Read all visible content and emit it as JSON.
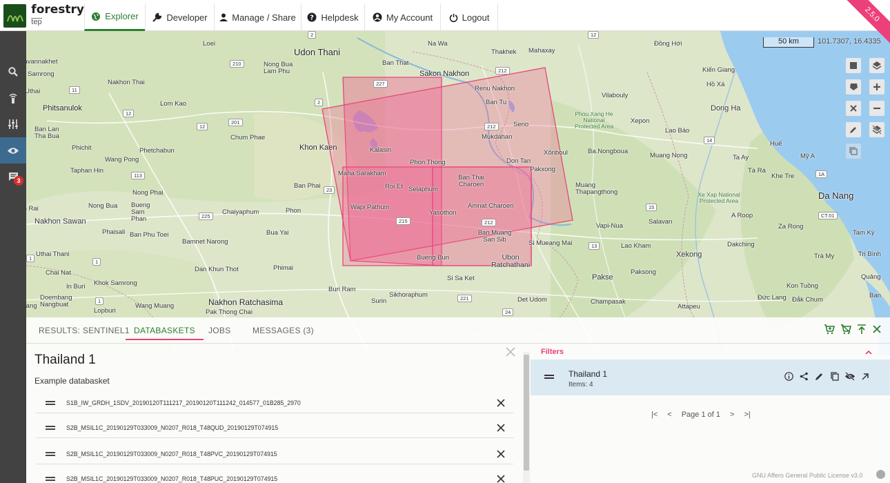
{
  "app": {
    "logo_name": "forestry",
    "logo_sub": "tep",
    "version": "2.5.0"
  },
  "nav": {
    "explorer": "Explorer",
    "developer": "Developer",
    "manage_share": "Manage / Share",
    "helpdesk": "Helpdesk",
    "my_account": "My Account",
    "logout": "Logout"
  },
  "sidebar": {
    "items": [
      "search-icon",
      "satellite-icon",
      "equalizer-icon",
      "eye-icon",
      "messages-icon"
    ],
    "message_count": "3"
  },
  "map": {
    "scale_label": "50 km",
    "coordinates": "101.7307, 16.4335",
    "labels": {
      "udon_thani": "Udon Thani",
      "na_wa": "Na Wa",
      "thakhek": "Thakhek",
      "mahaxay": "Mahaxay",
      "dong_hoi": "Đồng Hới",
      "loei": "Loei",
      "nong_bua": "Nong Bua Lam Phu",
      "ban_that": "Ban That",
      "sakon_nakhon": "Sakon Nakhon",
      "kien_giang": "Kiến Giang",
      "savannakhet": "Savannakhet",
      "samrong": "Samrong",
      "nakhon_thai": "Nakhon Thai",
      "renu_nakhon": "Renu Nakhon",
      "ho_xa": "Hồ Xá",
      "uthai": "Uthai",
      "lom_kao": "Lom Kao",
      "ban_tu": "Ban Tu",
      "vilabouly": "Vilabouly",
      "phitsanulok": "Phitsanulok",
      "phou_xang": "Phou Xang He National Protected Area",
      "dong_ha": "Dong Ha",
      "ban_lan": "Ban Lan Tha Bua",
      "chum_phae": "Chum Phae",
      "seno": "Seno",
      "xepon": "Xepon",
      "lao_bao": "Lao Bảo",
      "mukdahan": "Mukdahan",
      "phichit": "Phichit",
      "phetchabun": "Phetchabun",
      "khon_kaen": "Khon Kaen",
      "kalasin": "Kalasin",
      "hue": "Huế",
      "my_a": "Mỹ A",
      "xonboul": "Xônboul",
      "ba_nongboua": "Ba.Nongboua",
      "muang_nong": "Muang Nong",
      "ta_ay": "Ta Ay",
      "wang_pong": "Wang Pong",
      "phon_thong": "Phon Thong",
      "don_tan": "Don Tan",
      "taphan_hin": "Taphan Hin",
      "maha_sarakham": "Maha Sarakham",
      "pakxong": "Pakxong",
      "ta_ra": "Tà Rá",
      "khe_tre": "Khe Tre",
      "ban_phai": "Ban Phai",
      "ban_thai_charoen": "Ban Thai Charoen",
      "roi_et": "Roi Et",
      "selaphum": "Selaphum",
      "muang_thapangthong": "Muang Thapangthong",
      "xe_xap": "Xe Xap National Protected Area",
      "nong_phai": "Nong Phai",
      "da_nang": "Da Nang",
      "ban_rai": "Ban Rai",
      "nong_bua_2": "Nong Bua",
      "bueng_sam_phan": "Bueng Sam Phan",
      "chaiyaphum": "Chaiyaphum",
      "phon": "Phon",
      "wapi_pathum": "Wapi Pathum",
      "yasothon": "Yasothon",
      "amnat_charoen": "Amnat Charoen",
      "a_roop": "A Roop",
      "nakhon_sawan": "Nakhon Sawan",
      "vapi_nua": "Vapi-Nua",
      "salavan": "Salavan",
      "za_rong": "Za Rong",
      "phaisali": "Phaisali",
      "ban_phu_toei": "Ban Phu Toei",
      "bua_yai": "Bua Yai",
      "ban_muang_san_sib": "Ban Muang San Sib",
      "tam_ky": "Tam Kỳ",
      "bamnet_narong": "Bamnet Narong",
      "si_mueang_mai": "Si Mueang Mai",
      "lao_kham": "Lao Kham",
      "dakching": "Dakching",
      "uthai_thani": "Uthai Thani",
      "bueng_bun": "Bueng Bun",
      "ubon_ratchathani": "Ubon Ratchathani",
      "xekong": "Xekong",
      "tra_my": "Trà My",
      "tri_binh": "Tri Bình",
      "chai_nat": "Chai Nat",
      "dan_khun_thot": "Dan Khun Thot",
      "phimai": "Phimai",
      "pakse": "Pakse",
      "paksong": "Paksong",
      "si_sa_ket": "Si Sa Ket",
      "quang": "Quảng",
      "in_buri": "In Buri",
      "khok_samrong": "Khok Samrong",
      "buri_ram": "Buri Ram",
      "kon_tuong": "Kon Tuồng",
      "doembang": "Doembang Nangbuat",
      "wang_muang": "Wang Muang",
      "nakhon_ratchasima": "Nakhon Ratchasima",
      "surin": "Surin",
      "sikhoraphum": "Sikhoraphum",
      "det_udom": "Det Udom",
      "champasak": "Champasak",
      "duc_lang": "Đức Lang",
      "dak_chum": "Đắk Chum",
      "ban_chang": "Ban Chang",
      "lopburi": "Lopburi",
      "pak_thong_chai": "Pak Thong Chai",
      "attapeu": "Attapeu",
      "ban": "Ban"
    },
    "road_shields": [
      "210",
      "227",
      "212",
      "11",
      "12",
      "2",
      "201",
      "12",
      "212",
      "14",
      "113",
      "23",
      "1A",
      "225",
      "15",
      "212",
      "215",
      "CT.01",
      "1",
      "13",
      "1",
      "221",
      "24",
      "1",
      "2",
      "12"
    ]
  },
  "panel": {
    "tabs": {
      "results": "RESULTS: SENTINEL1",
      "databaskets": "DATABASKETS",
      "jobs": "JOBS",
      "messages": "MESSAGES (3)"
    },
    "basket_title": "Thailand 1",
    "basket_description": "Example databasket",
    "items": [
      "S1B_IW_GRDH_1SDV_20190120T111217_20190120T111242_014577_01B285_2970",
      "S2B_MSIL1C_20190129T033009_N0207_R018_T48QUD_20190129T074915",
      "S2B_MSIL1C_20190129T033009_N0207_R018_T48PVC_20190129T074915",
      "S2B_MSIL1C_20190129T033009_N0207_R018_T48PUC_20190129T074915"
    ],
    "filters_label": "Filters",
    "card": {
      "name": "Thailand 1",
      "items": "Items: 4"
    },
    "pager": {
      "first": "|<",
      "prev": "<",
      "label": "Page 1 of 1",
      "next": ">",
      "last": ">|"
    },
    "license": "GNU Affero General Public License v3.0"
  },
  "colors": {
    "accent_green": "#2e7d32",
    "accent_pink": "#ec407a",
    "footprint_fill": "#f06292",
    "sidebar_bg": "#424242",
    "sea": "#9ccbf0",
    "card_bg": "#dbe9f3"
  }
}
